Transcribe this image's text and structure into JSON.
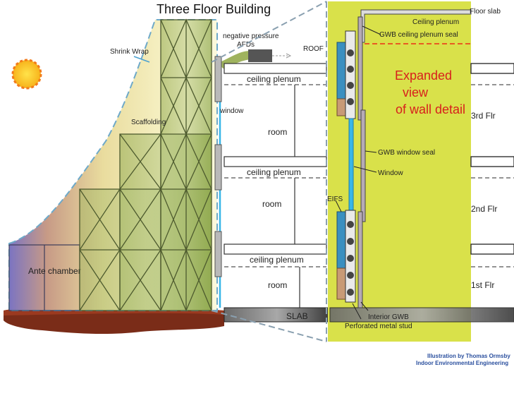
{
  "title": "Three Floor Building",
  "labels": {
    "shrink_wrap": "Shrink Wrap",
    "scaffolding": "Scaffolding",
    "ante_chamber": "Ante chamber",
    "negative_pressure": "negative pressure",
    "afds": "AFDs",
    "roof": "ROOF",
    "window_left": "window",
    "ceiling_plenum": "ceiling plenum",
    "room": "room",
    "slab": "SLAB",
    "floor_slab": "Floor slab",
    "ceiling_plenum_detail": "Ceiling plenum",
    "gwb_ceiling_plenum_seal": "GWB ceiling plenum seal",
    "expanded_1": "Expanded",
    "expanded_2": "view",
    "expanded_3": "of wall detail",
    "floor_3": "3rd Flr",
    "floor_2": "2nd Flr",
    "floor_1": "1st Flr",
    "gwb_window_seal": "GWB window seal",
    "window_detail": "Window",
    "eifs": "EIFS",
    "interior_gwb": "Interior GWB",
    "perforated_stud": "Perforated metal stud"
  },
  "credit": {
    "line1": "Illustration by Thomas Ormsby",
    "line2": "Indoor Environmental Engineering"
  },
  "colors": {
    "detail_bg": "#d9e14a",
    "scaffold": "#a9bd6c",
    "eifs": "#3a8fc0",
    "window_glass": "#38b6e8",
    "red_text": "#d8201c",
    "ground": "#7a2c18"
  }
}
